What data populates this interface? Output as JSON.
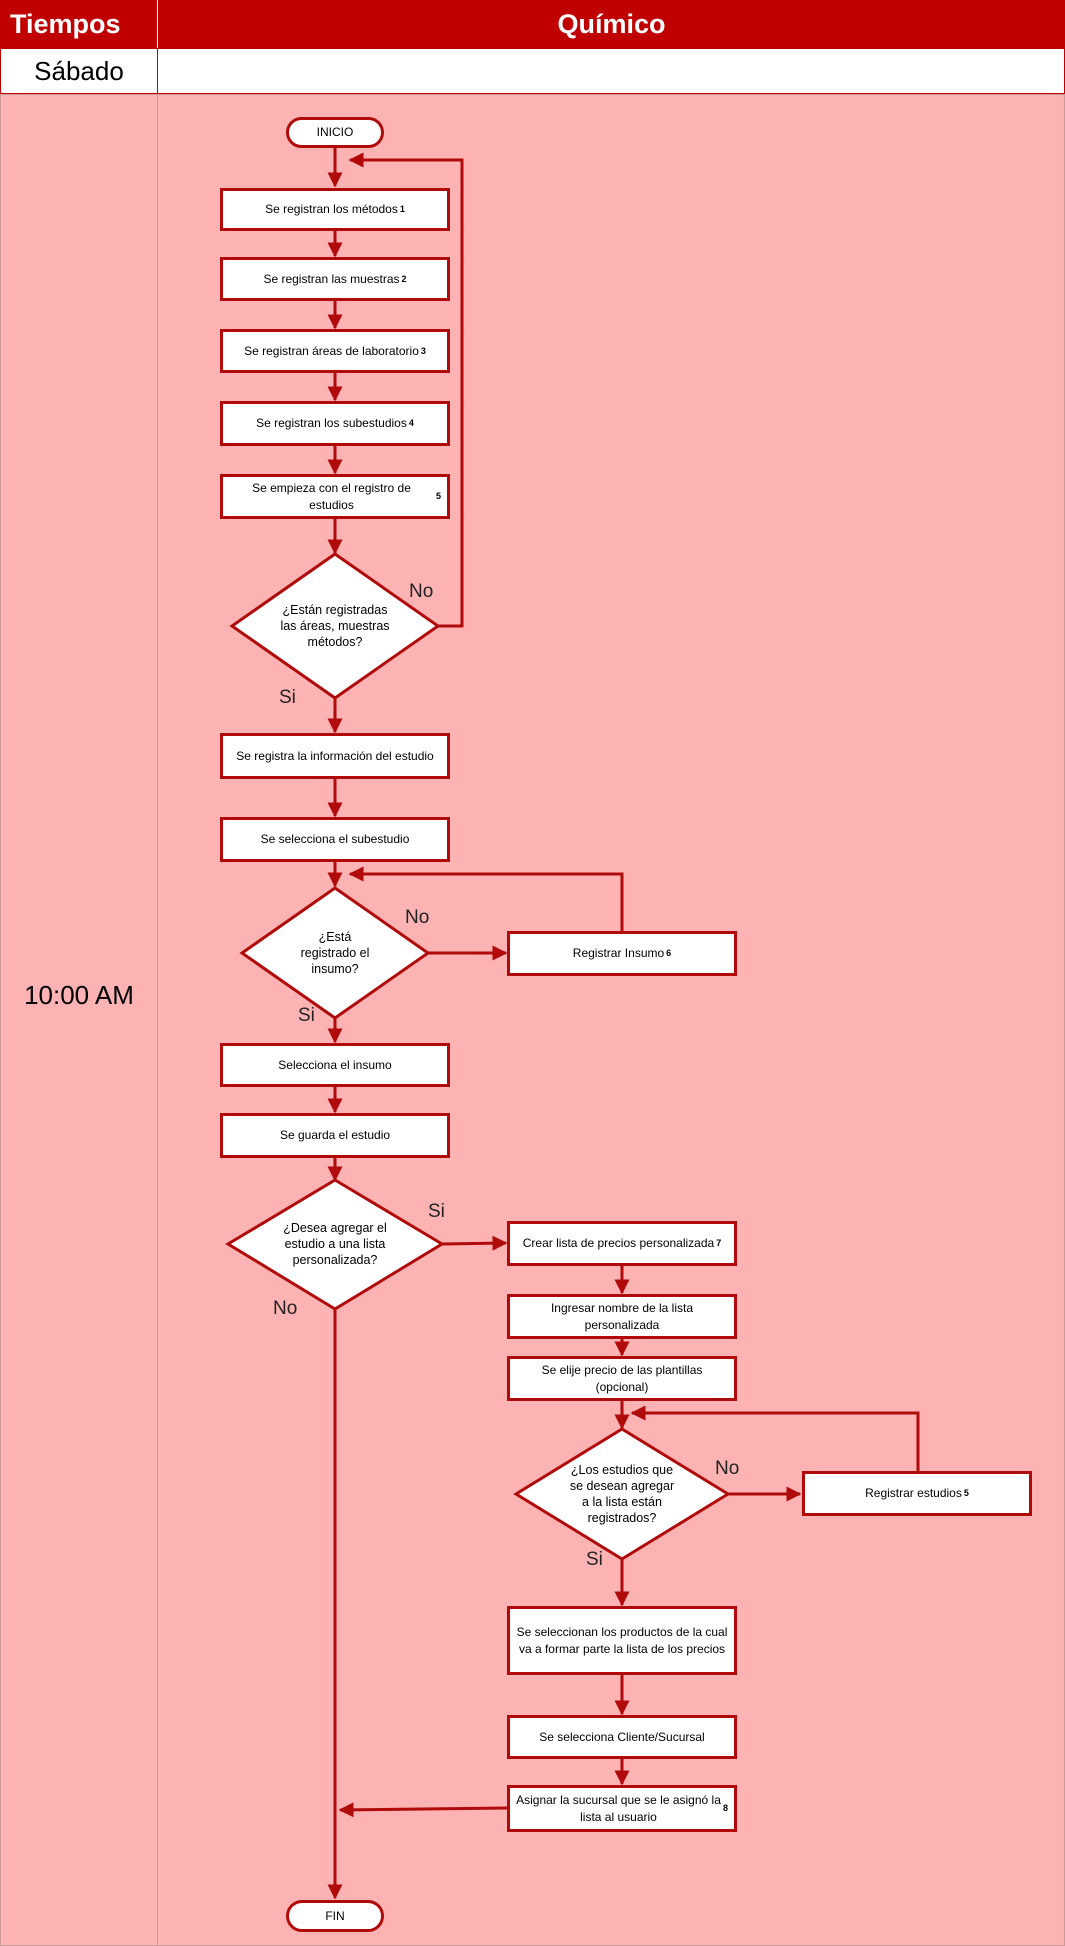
{
  "header": {
    "time_col": "Tiempos",
    "role_col": "Químico"
  },
  "day": "Sábado",
  "time": "10:00 AM",
  "start": "INICIO",
  "end": "FIN",
  "steps": {
    "s1": {
      "text": "Se registran los métodos",
      "ref": "1"
    },
    "s2": {
      "text": "Se registran las muestras",
      "ref": "2"
    },
    "s3": {
      "text": "Se registran áreas de laboratorio",
      "ref": "3"
    },
    "s4": {
      "text": "Se registran los subestudios",
      "ref": "4"
    },
    "s5": {
      "text": "Se empieza con el registro de estudios",
      "ref": "5"
    },
    "s6": {
      "text": "Se registra la información del estudio"
    },
    "s7": {
      "text": "Se selecciona el subestudio"
    },
    "s8": {
      "text": "Registrar Insumo",
      "ref": "6"
    },
    "s9": {
      "text": "Selecciona el insumo"
    },
    "s10": {
      "text": "Se guarda el estudio"
    },
    "s11": {
      "text": "Crear lista de precios personalizada",
      "ref": "7"
    },
    "s12": {
      "text": "Ingresar nombre de la lista personalizada"
    },
    "s13": {
      "text": "Se elije precio de las plantillas (opcional)"
    },
    "s14": {
      "text": "Registrar estudios",
      "ref": "5"
    },
    "s15": {
      "text": "Se seleccionan los productos de la cual va a formar parte la lista de los precios"
    },
    "s16": {
      "text": "Se selecciona Cliente/Sucursal"
    },
    "s17": {
      "text": "Asignar la sucursal que se le asignó la lista al usuario",
      "ref": "8"
    }
  },
  "decisions": {
    "d1": "¿Están registradas las áreas, muestras métodos?",
    "d2": "¿Está registrado el insumo?",
    "d3": "¿Desea agregar el estudio a una lista personalizada?",
    "d4": "¿Los estudios que se desean agregar a la lista están registrados?"
  },
  "labels": {
    "d1_no": "No",
    "d1_yes": "Si",
    "d2_no": "No",
    "d2_yes": "Si",
    "d3_yes": "Si",
    "d3_no": "No",
    "d4_no": "No",
    "d4_yes": "Si"
  },
  "colors": {
    "header": "#c00000",
    "lane": "#fdb3b3",
    "stroke": "#b00a0a",
    "box": "#ffffff"
  }
}
